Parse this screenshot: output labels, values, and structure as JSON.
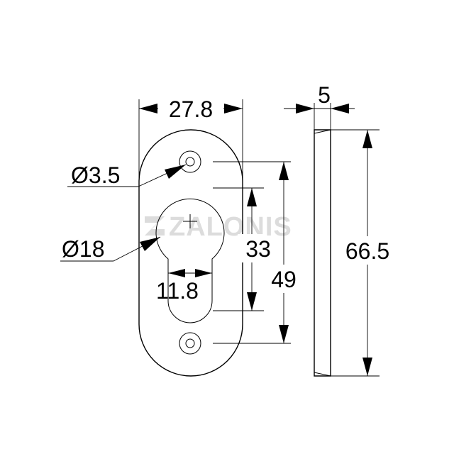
{
  "watermark": {
    "text": "ZALONIS"
  },
  "dimensions": {
    "overall_width": "27.8",
    "thickness": "5",
    "overall_height": "66.5",
    "screw_hole_diameter": "Ø3.5",
    "cylinder_hole_diameter": "Ø18",
    "slot_width": "11.8",
    "cylinder_length": "33",
    "screw_spacing": "49"
  }
}
